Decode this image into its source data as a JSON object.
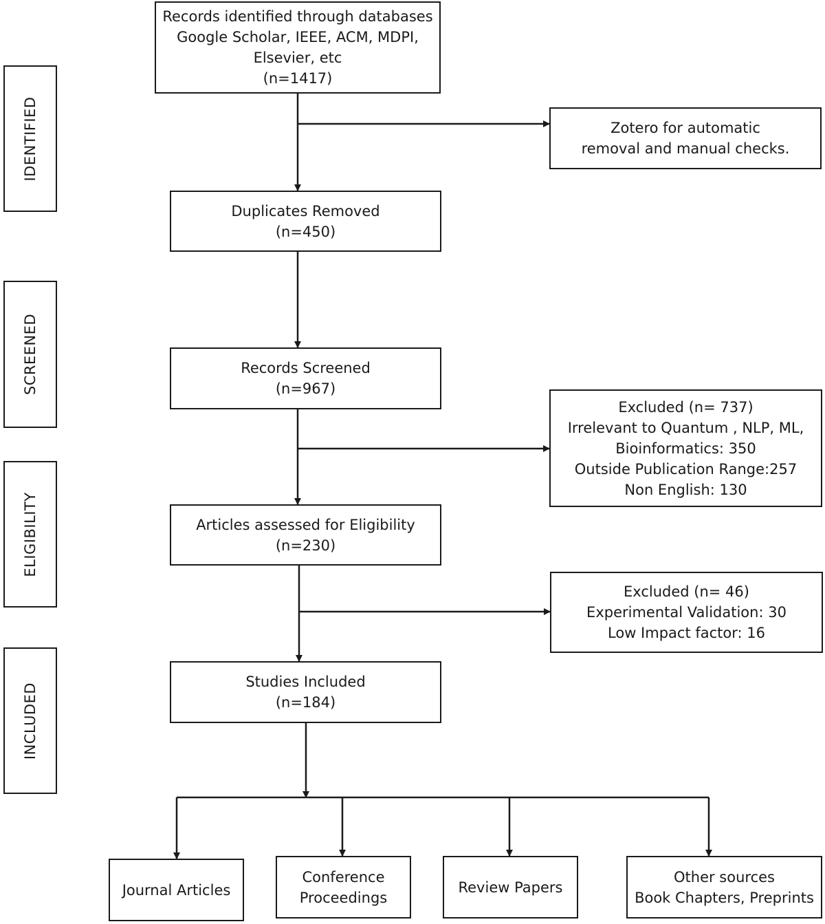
{
  "stages": {
    "identified": "IDENTIFIED",
    "screened": "SCREENED",
    "eligibility": "ELIGIBILITY",
    "included": "INCLUDED"
  },
  "boxes": {
    "records_identified": [
      "Records identified through databases",
      "Google Scholar, IEEE, ACM, MDPI,",
      "Elsevier, etc",
      "(n=1417)"
    ],
    "zotero": [
      "Zotero for automatic",
      "removal and manual checks."
    ],
    "duplicates_removed": [
      "Duplicates Removed",
      "(n=450)"
    ],
    "records_screened": [
      "Records Screened",
      "(n=967)"
    ],
    "excluded_screening": [
      "Excluded (n= 737)",
      "Irrelevant to Quantum , NLP, ML,",
      "Bioinformatics: 350",
      "Outside Publication Range:257",
      "Non English: 130"
    ],
    "articles_eligibility": [
      "Articles assessed for Eligibility",
      "(n=230)"
    ],
    "excluded_eligibility": [
      "Excluded (n= 46)",
      "Experimental Validation: 30",
      "Low Impact factor: 16"
    ],
    "studies_included": [
      "Studies Included",
      "(n=184)"
    ],
    "journal_articles": [
      "Journal Articles"
    ],
    "conference_proceedings": [
      "Conference",
      "Proceedings"
    ],
    "review_papers": [
      "Review Papers"
    ],
    "other_sources": [
      "Other sources",
      "Book Chapters, Preprints"
    ]
  }
}
